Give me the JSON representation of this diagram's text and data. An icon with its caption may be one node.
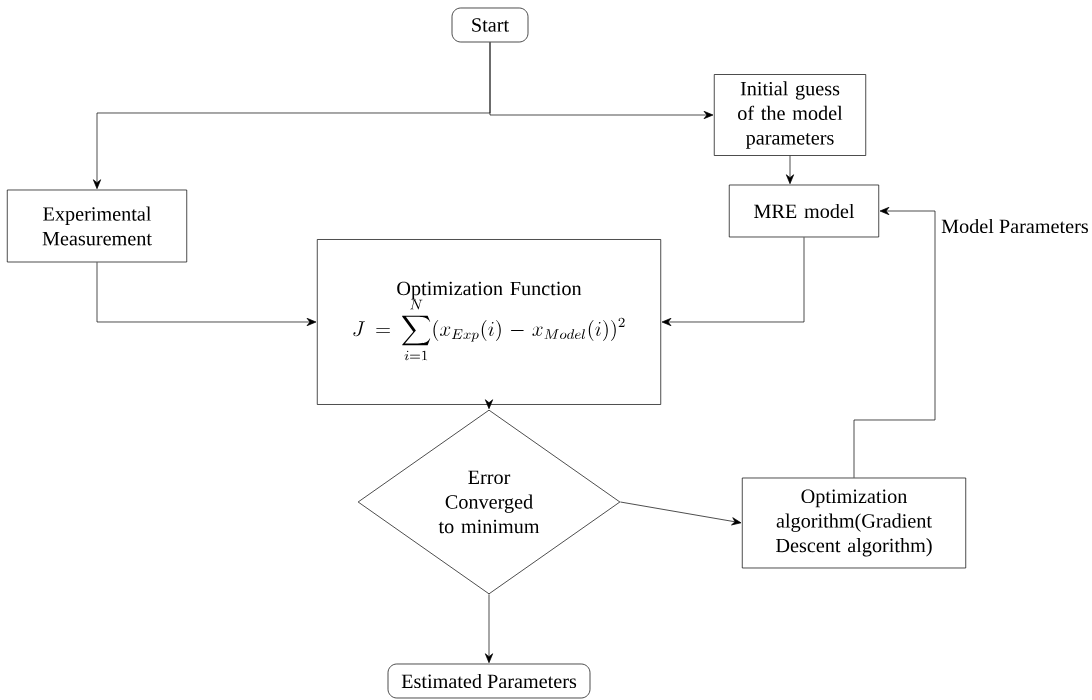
{
  "diagram": {
    "nodes": [
      {
        "text": [
          "Start"
        ]
      },
      {
        "text": [
          "Initial guess of the model parameters"
        ]
      },
      {
        "text": [
          "Experimental Measurement"
        ]
      },
      {
        "text": [
          "MRE model"
        ]
      },
      {
        "text": [
          "Optimization Function",
          "J=\\sum_{i=1}^{N}(x_{Exp}(i)-x_{Model}(i))^2"
        ]
      },
      {
        "text": [
          "Error Converged to minimum"
        ]
      },
      {
        "text": [
          "Optimization algorithm(Gradient Descent algorithm)"
        ]
      },
      {
        "text": [
          "Estimated Parameters"
        ]
      }
    ],
    "edges": [
      {
        "from": 0,
        "to": 2,
        "arrow": "to"
      },
      {
        "from": 0,
        "to": 1,
        "arrow": "to"
      },
      {
        "from": 1,
        "to": 3,
        "arrow": "to"
      },
      {
        "from": 2,
        "to": 4,
        "arrow": "to"
      },
      {
        "from": 3,
        "to": 4,
        "arrow": "to"
      },
      {
        "from": 4,
        "to": 5,
        "arrow": "to"
      },
      {
        "from": 5,
        "to": 6,
        "arrow": "to"
      },
      {
        "from": 6,
        "to": 3,
        "arrow": "to",
        "label": "Model Parameters"
      },
      {
        "from": 5,
        "to": 7,
        "arrow": "to"
      }
    ]
  }
}
